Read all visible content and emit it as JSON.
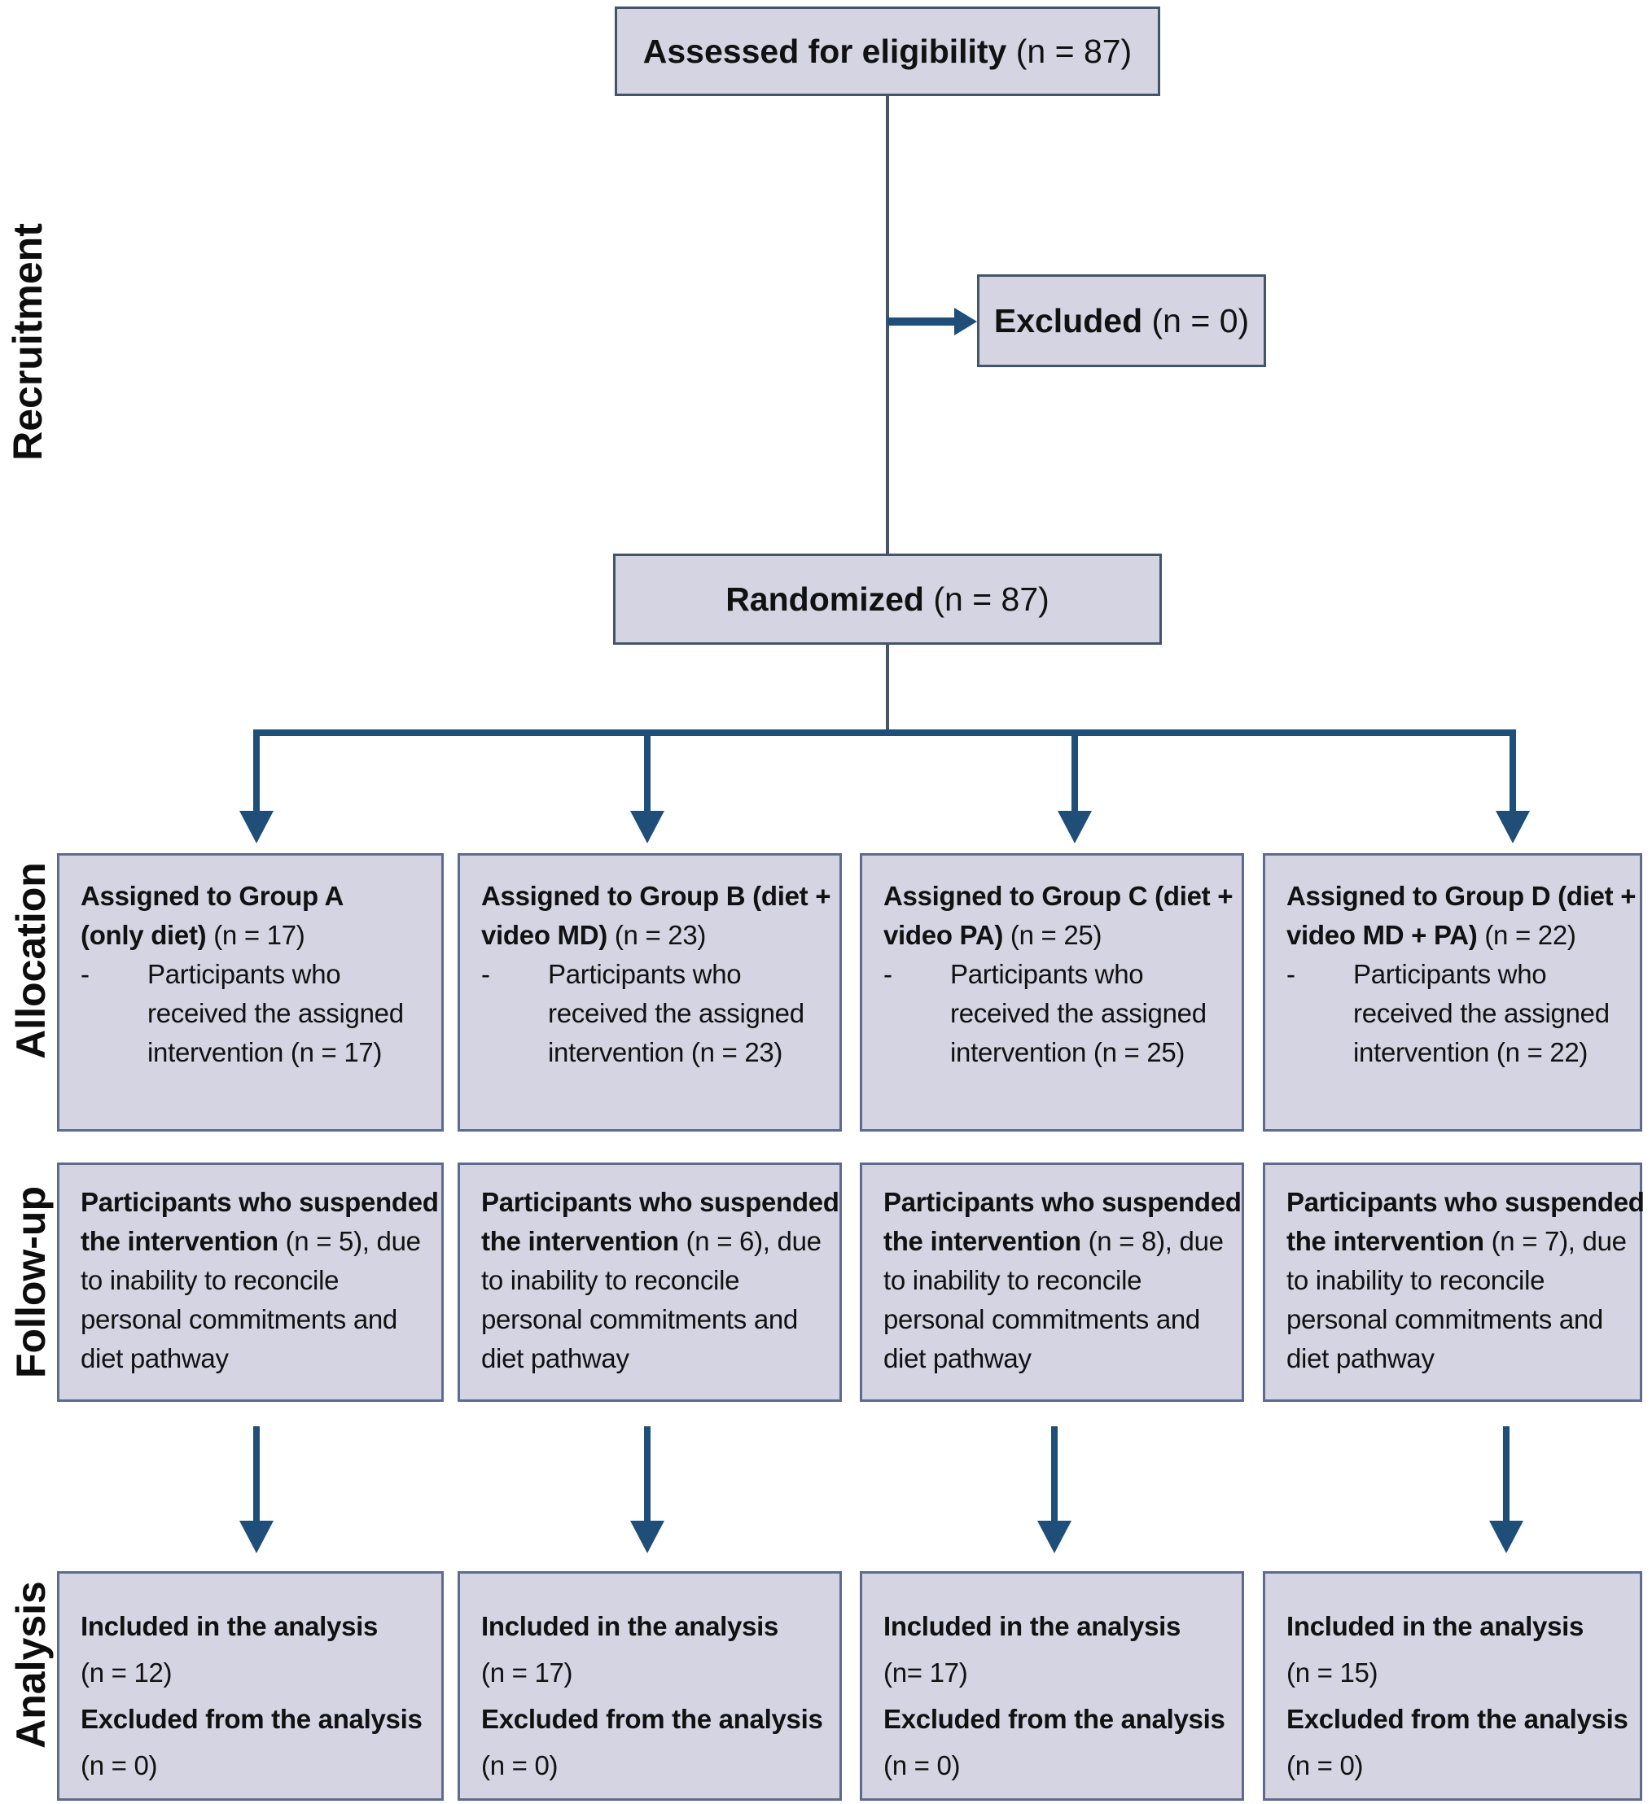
{
  "colors": {
    "box_fill": "#d5d4e3",
    "box_border": "#5f6b8c",
    "headline_border": "#44546a",
    "arrow": "#1f4e79",
    "line": "#44546a",
    "text": "#111111"
  },
  "misc": {
    "dash": "-"
  },
  "side_labels": {
    "recruitment": "Recruitment",
    "allocation": "Allocation",
    "followup": "Follow-up",
    "analysis": "Analysis"
  },
  "eligibility": {
    "bold": "Assessed for eligibility",
    "rest": " (n = 87)"
  },
  "excluded": {
    "bold": "Excluded",
    "rest": " (n = 0)"
  },
  "randomized": {
    "bold": "Randomized",
    "rest": " (n = 87)"
  },
  "groups": [
    {
      "id": "A",
      "allocation": {
        "line1": "Assigned to Group A",
        "line2_bold": "(only diet)",
        "line2_rest": " (n = 17)",
        "bullet_lines": [
          "Participants who",
          "received the assigned",
          "intervention (n = 17)"
        ]
      },
      "followup": {
        "line1": "Participants who suspended",
        "line2_bold": "the intervention",
        "line2_rest": " (n = 5), due",
        "line3": "to inability to reconcile",
        "line4": "personal commitments and",
        "line5": "diet pathway"
      },
      "analysis": {
        "included": "Included in the analysis",
        "included_n": "(n = 12)",
        "excluded": "Excluded from the analysis",
        "excluded_n": "(n = 0)"
      }
    },
    {
      "id": "B",
      "allocation": {
        "line1": "Assigned to Group B (diet +",
        "line2_bold": "video MD)",
        "line2_rest": " (n = 23)",
        "bullet_lines": [
          "Participants who",
          "received the assigned",
          "intervention (n = 23)"
        ]
      },
      "followup": {
        "line1": "Participants who suspended",
        "line2_bold": "the intervention",
        "line2_rest": " (n = 6), due",
        "line3": "to inability to reconcile",
        "line4": "personal commitments and",
        "line5": "diet pathway"
      },
      "analysis": {
        "included": "Included in the analysis",
        "included_n": "(n = 17)",
        "excluded": "Excluded from the analysis",
        "excluded_n": "(n = 0)"
      }
    },
    {
      "id": "C",
      "allocation": {
        "line1": "Assigned to Group C (diet +",
        "line2_bold": "video PA)",
        "line2_rest": " (n = 25)",
        "bullet_lines": [
          "Participants who",
          "received the assigned",
          "intervention (n = 25)"
        ]
      },
      "followup": {
        "line1": "Participants who suspended",
        "line2_bold": "the intervention",
        "line2_rest": " (n = 8), due",
        "line3": "to inability to reconcile",
        "line4": "personal commitments and",
        "line5": "diet pathway"
      },
      "analysis": {
        "included": "Included in the analysis",
        "included_n": "(n= 17)",
        "excluded": "Excluded from the analysis",
        "excluded_n": "(n = 0)"
      }
    },
    {
      "id": "D",
      "allocation": {
        "line1": "Assigned to Group D (diet +",
        "line2_bold": "video MD + PA)",
        "line2_rest": " (n = 22)",
        "bullet_lines": [
          "Participants who",
          "received the assigned",
          "intervention (n = 22)"
        ]
      },
      "followup": {
        "line1": "Participants who suspended",
        "line2_bold": "the intervention",
        "line2_rest": " (n = 7), due",
        "line3": "to inability to reconcile",
        "line4": "personal commitments and",
        "line5": "diet pathway"
      },
      "analysis": {
        "included": "Included in the analysis",
        "included_n": "(n = 15)",
        "excluded": "Excluded from the analysis",
        "excluded_n": "(n = 0)"
      }
    }
  ]
}
